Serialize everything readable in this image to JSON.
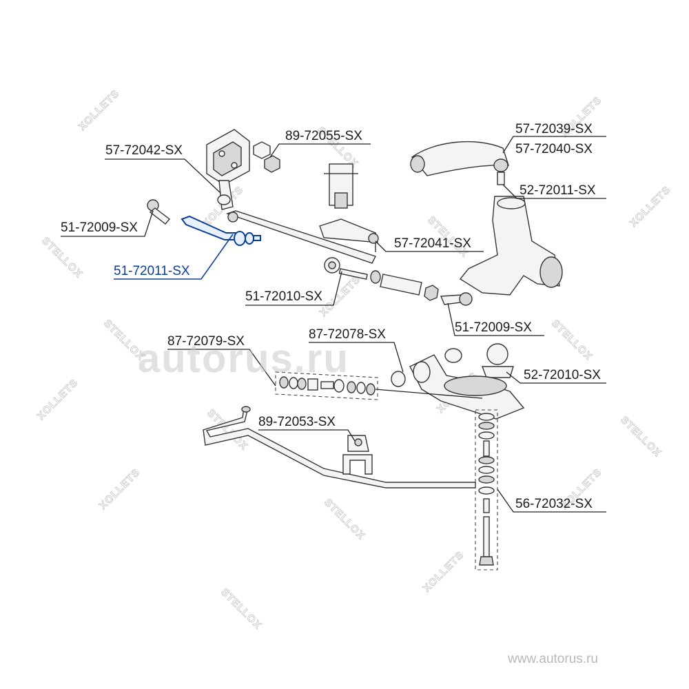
{
  "diagram": {
    "parts": [
      {
        "id": "p1",
        "label": "57-72042-SX",
        "highlight": false
      },
      {
        "id": "p2",
        "label": "89-72055-SX",
        "highlight": false
      },
      {
        "id": "p3",
        "label": "57-72039-SX",
        "highlight": false
      },
      {
        "id": "p4",
        "label": "57-72040-SX",
        "highlight": false
      },
      {
        "id": "p5",
        "label": "52-72011-SX",
        "highlight": false
      },
      {
        "id": "p6",
        "label": "51-72009-SX",
        "highlight": false
      },
      {
        "id": "p7",
        "label": "51-72011-SX",
        "highlight": true
      },
      {
        "id": "p8",
        "label": "57-72041-SX",
        "highlight": false
      },
      {
        "id": "p9",
        "label": "51-72010-SX",
        "highlight": false
      },
      {
        "id": "p10",
        "label": "51-72009-SX",
        "highlight": false
      },
      {
        "id": "p11",
        "label": "87-72079-SX",
        "highlight": false
      },
      {
        "id": "p12",
        "label": "87-72078-SX",
        "highlight": false
      },
      {
        "id": "p13",
        "label": "52-72010-SX",
        "highlight": false
      },
      {
        "id": "p14",
        "label": "89-72053-SX",
        "highlight": false
      },
      {
        "id": "p15",
        "label": "56-72032-SX",
        "highlight": false
      }
    ],
    "highlight_color": "#0b3d99"
  },
  "watermarks": {
    "brand_stamp": "STELLOX",
    "brand_stamp_mirror": "XOLLETS",
    "site_overlay": "autorus.ru",
    "footer": "www.autorus.ru"
  }
}
